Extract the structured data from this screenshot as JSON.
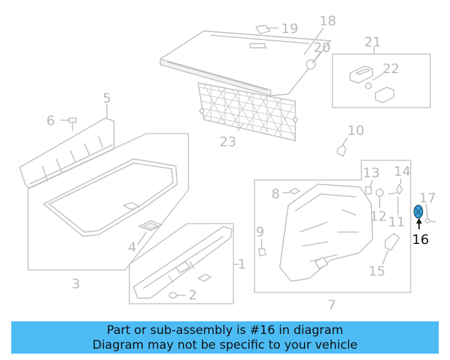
{
  "callouts": {
    "c1": "1",
    "c2": "2",
    "c3": "3",
    "c4": "4",
    "c5": "5",
    "c6": "6",
    "c7": "7",
    "c8": "8",
    "c9": "9",
    "c10": "10",
    "c11": "11",
    "c12": "12",
    "c13": "13",
    "c14": "14",
    "c15": "15",
    "c16": "16",
    "c17": "17",
    "c18": "18",
    "c19": "19",
    "c20": "20",
    "c21": "21",
    "c22": "22",
    "c23": "23"
  },
  "highlighted_part": "16",
  "banner": {
    "line1": "Part or sub-assembly is #16 in diagram",
    "line2": "Diagram may not be specific to your vehicle",
    "background": "#4dbcf5"
  },
  "colors": {
    "drawing": "#bdbdbd",
    "highlight_part": "#3aa0d8",
    "highlight_label": "#111111"
  }
}
